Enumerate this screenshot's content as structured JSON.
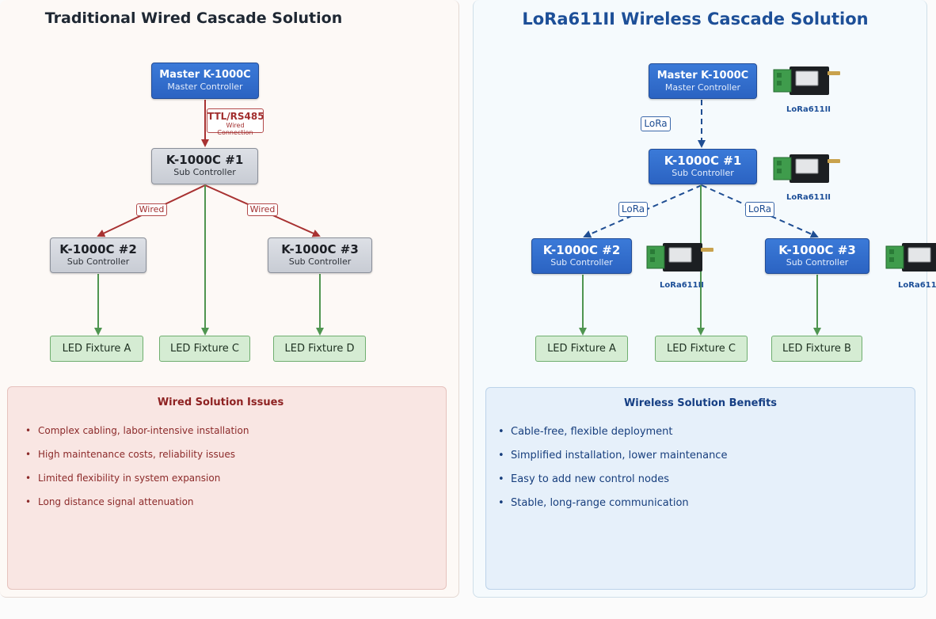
{
  "left": {
    "title": "Traditional Wired Cascade Solution",
    "master": {
      "name": "Master K-1000C",
      "role": "Master Controller"
    },
    "tag_ttl": {
      "line1": "TTL/RS485",
      "line2": "Wired Connection"
    },
    "sub1": {
      "name": "K-1000C #1",
      "role": "Sub Controller"
    },
    "sub2": {
      "name": "K-1000C #2",
      "role": "Sub Controller"
    },
    "sub3": {
      "name": "K-1000C #3",
      "role": "Sub Controller"
    },
    "wired_tag": "Wired",
    "fixtures": [
      "LED Fixture A",
      "LED Fixture C",
      "LED Fixture D"
    ],
    "issues": {
      "title": "Wired Solution Issues",
      "items": [
        "Complex cabling, labor-intensive installation",
        "High maintenance costs, reliability issues",
        "Limited flexibility in system expansion",
        "Long distance signal attenuation"
      ]
    }
  },
  "right": {
    "title": "LoRa611II Wireless Cascade Solution",
    "master": {
      "name": "Master K-1000C",
      "role": "Master Controller"
    },
    "sub1": {
      "name": "K-1000C #1",
      "role": "Sub Controller"
    },
    "sub2": {
      "name": "K-1000C #2",
      "role": "Sub Controller"
    },
    "sub3": {
      "name": "K-1000C #3",
      "role": "Sub Controller"
    },
    "lora_tag": "LoRa",
    "module_label": "LoRa611II",
    "fixtures": [
      "LED Fixture A",
      "LED Fixture C",
      "LED Fixture B"
    ],
    "benefits": {
      "title": "Wireless Solution Benefits",
      "items": [
        "Cable-free, flexible deployment",
        "Simplified installation, lower maintenance",
        "Easy to add new control nodes",
        "Stable, long-range communication"
      ]
    }
  },
  "colors": {
    "wired_arrow": "#a83232",
    "wireless_arrow": "#1f4e93",
    "fixture_arrow": "#4f9550",
    "blue_box": "#2e6bcb",
    "gray_box": "#cfd3da"
  }
}
